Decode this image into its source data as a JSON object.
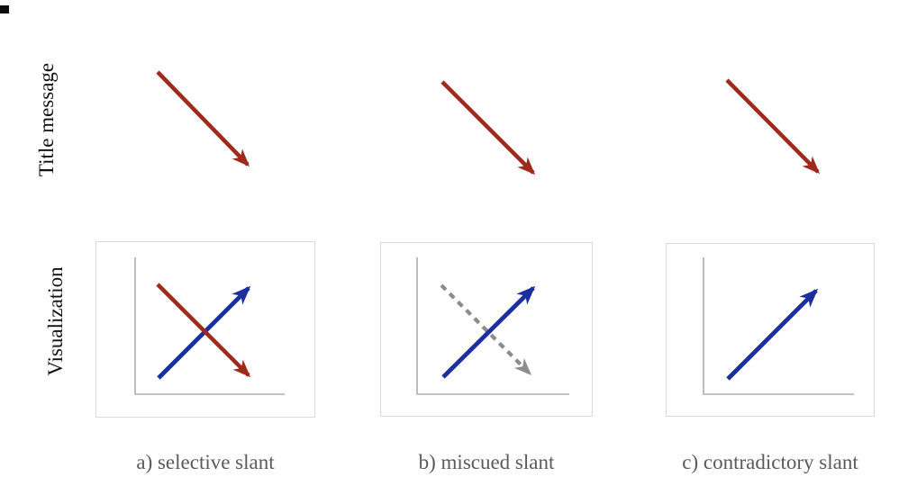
{
  "colors": {
    "background": "#ffffff",
    "title_arrow_red": "#9d2a1b",
    "data_arrow_blue": "#1c2f9e",
    "miscue_arrow_gray": "#8c8c8c",
    "axis_gray": "#adadad",
    "panel_border": "#dbdbdb",
    "caption_text": "#5a5a5a",
    "row_label_text": "#121212",
    "artifact_black": "#0d0d0d"
  },
  "row_labels": {
    "top": "Title message",
    "bottom": "Visualization"
  },
  "panels": [
    {
      "id": "a",
      "caption": "a) selective slant",
      "title_message_arrow": "red solid arrow pointing down-right",
      "visualization_arrows": [
        "blue solid arrow pointing up-right",
        "red solid arrow pointing down-right"
      ]
    },
    {
      "id": "b",
      "caption": "b) miscued slant",
      "title_message_arrow": "red solid arrow pointing down-right",
      "visualization_arrows": [
        "blue solid arrow pointing up-right",
        "gray dashed arrow pointing down-right"
      ]
    },
    {
      "id": "c",
      "caption": "c) contradictory slant",
      "title_message_arrow": "red solid arrow pointing down-right",
      "visualization_arrows": [
        "blue solid arrow pointing up-right"
      ]
    }
  ]
}
